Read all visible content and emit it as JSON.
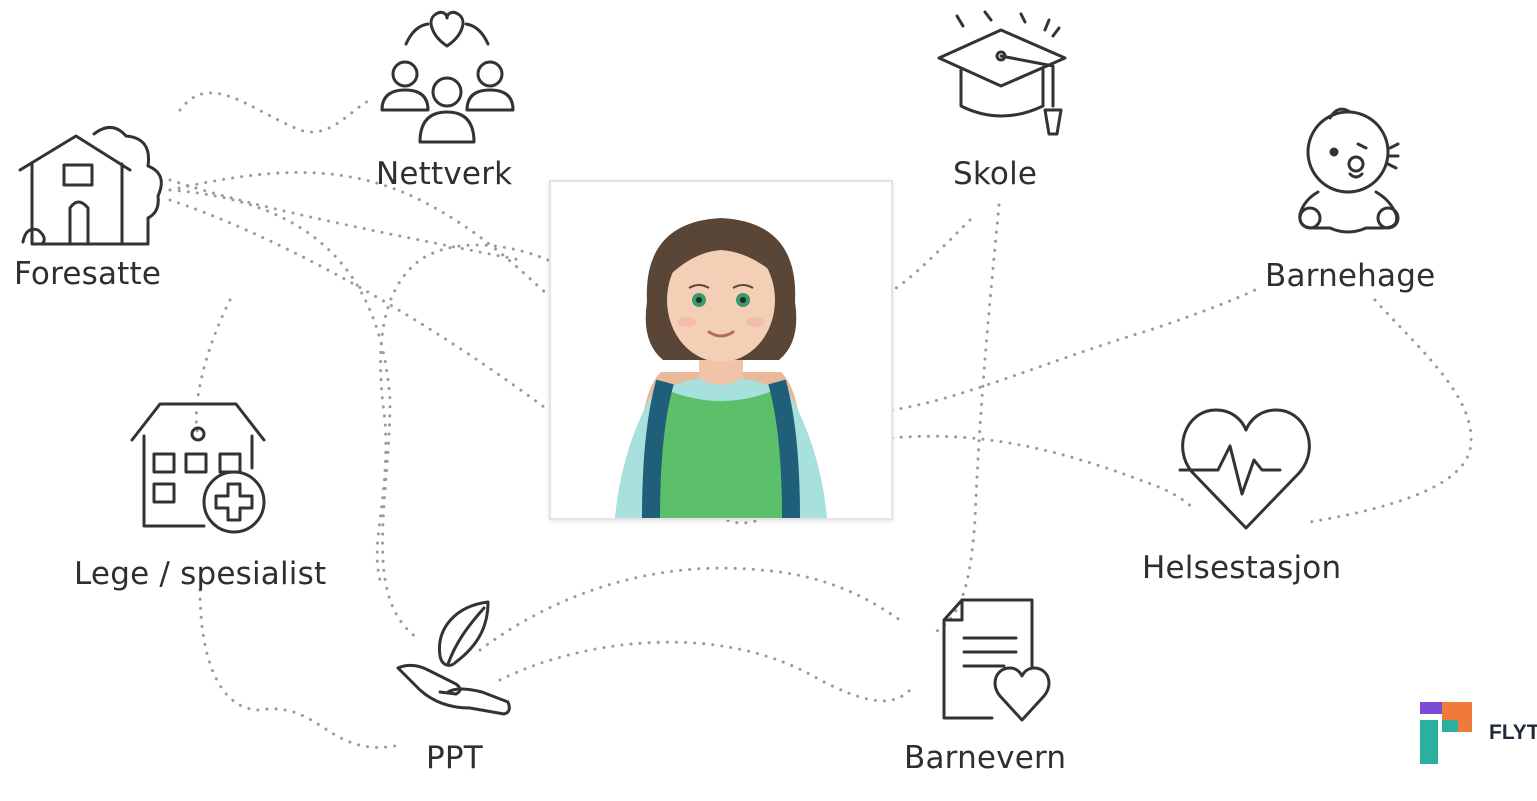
{
  "diagram": {
    "center": {
      "subject": "child-portrait"
    },
    "nodes": [
      {
        "id": "foresatte",
        "label": "Foresatte",
        "icon": "house-icon"
      },
      {
        "id": "nettverk",
        "label": "Nettverk",
        "icon": "network-people-icon"
      },
      {
        "id": "skole",
        "label": "Skole",
        "icon": "graduation-cap-icon"
      },
      {
        "id": "barnehage",
        "label": "Barnehage",
        "icon": "baby-icon"
      },
      {
        "id": "lege",
        "label": "Lege / spesialist",
        "icon": "hospital-icon"
      },
      {
        "id": "helsestasjon",
        "label": "Helsestasjon",
        "icon": "heart-pulse-icon"
      },
      {
        "id": "ppt",
        "label": "PPT",
        "icon": "hand-leaf-icon"
      },
      {
        "id": "barnevern",
        "label": "Barnevern",
        "icon": "document-heart-icon"
      }
    ]
  },
  "logo": {
    "text": "FLYT",
    "colors": [
      "#7b4bd6",
      "#f07a3a",
      "#2bb0a0"
    ]
  },
  "colors": {
    "line": "#9a9a9a",
    "icon": "#333333",
    "shirt": "#5cbf6a"
  }
}
